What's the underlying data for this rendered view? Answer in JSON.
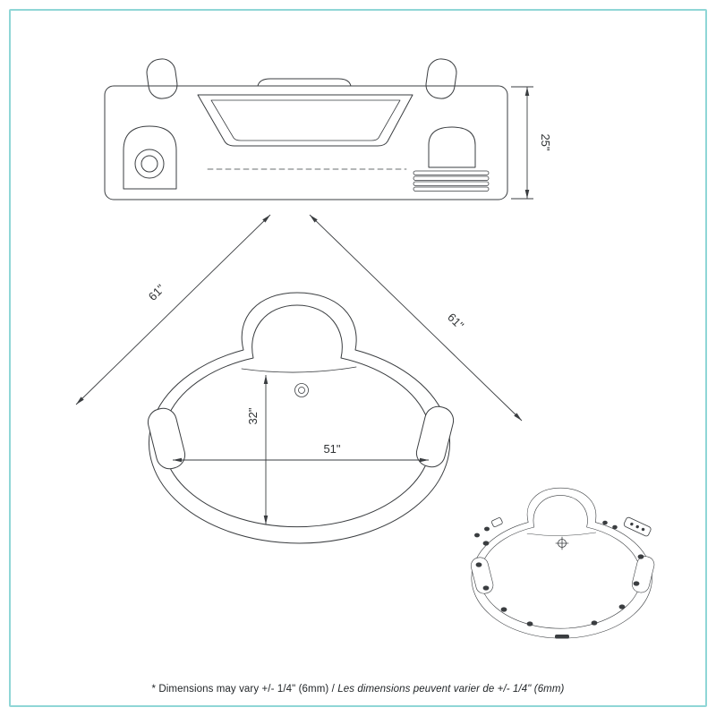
{
  "page": {
    "background": "#ffffff",
    "frame_color": "#8fd6d6",
    "line_color": "#3a3d40"
  },
  "dimensions": {
    "height": "25\"",
    "diagonal_left": "61\"",
    "diagonal_right": "61\"",
    "interior_depth": "32\"",
    "interior_width": "51\""
  },
  "footer": {
    "note_en": "* Dimensions may vary +/- 1/4\" (6mm)",
    "separator": " / ",
    "note_fr": "Les dimensions peuvent varier de +/- 1/4\" (6mm)"
  }
}
